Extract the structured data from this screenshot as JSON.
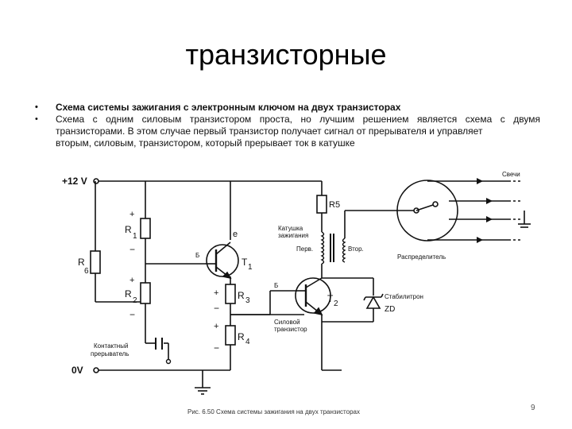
{
  "slide": {
    "title": "транзисторные",
    "bullets": [
      "Схема системы зажигания с электронным ключом на двух транзисторах",
      "Схема с одним силовым транзистором проста, но лучшим решением является схема с двумя транзисторами. В этом случае первый транзистор получает сигнал от прерывателя и управляет",
      "вторым, силовым, транзистором, который прерывает ток в катушке"
    ],
    "caption": "Рис. 6.50  Схема системы зажигания на двух транзисторах",
    "page_number": "9"
  },
  "diagram": {
    "labels": {
      "supply": "+12 V",
      "ground": "0V",
      "r1": "R",
      "r1_sub": "1",
      "r2": "R",
      "r2_sub": "2",
      "r3": "R",
      "r3_sub": "3",
      "r4": "R",
      "r4_sub": "4",
      "r5": "R5",
      "r6": "R",
      "r6_sub": "6",
      "t1": "T",
      "t1_sub": "1",
      "t2": "T",
      "t2_sub": "2",
      "t1_e": "e",
      "t1_b": "Б",
      "t2_b": "Б",
      "coil": "Катушка зажигания",
      "coil_line1": "Катушка",
      "coil_line2": "зажигания",
      "primary": "Перв.",
      "secondary": "Втор.",
      "plugs": "Свечи",
      "distributor": "Распределитель",
      "zener_line1": "Стабилитрон",
      "zener_line2": "ZD",
      "contact_line1": "Контактный",
      "contact_line2": "прерыватель",
      "power_line1": "Силовой",
      "power_line2": "транзистор",
      "plus": "+",
      "minus": "−"
    }
  }
}
